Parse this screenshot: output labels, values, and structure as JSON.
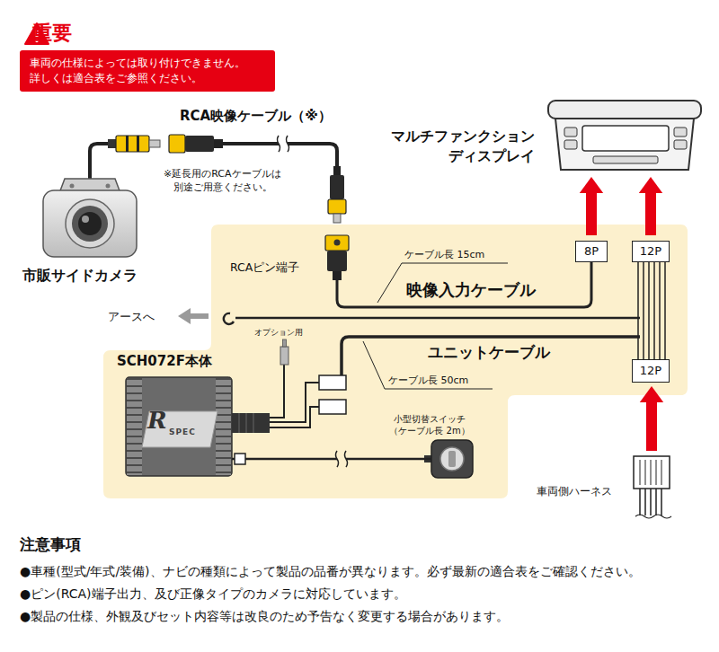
{
  "diagram": {
    "nodes": [
      {
        "text": [
          "重要",
          "車両の仕様によっては取り付けできません。 詳しくは適合表をご参照ください。"
        ]
      },
      {
        "text": [
          "市販サイドカメラ"
        ]
      },
      {
        "text": [
          "マルチファンクション ディスプレイ"
        ]
      },
      {
        "text": [
          "8P"
        ]
      },
      {
        "text": [
          "12P"
        ]
      },
      {
        "text": [
          "12P"
        ]
      },
      {
        "text": [
          "SCH072F本体",
          "R",
          "SPEC"
        ]
      },
      {
        "text": [
          "小型切替スイッチ （ケーブル長 2m）"
        ]
      },
      {
        "text": [
          "車両側ハーネス"
        ]
      }
    ],
    "edges": [
      {
        "from": 3,
        "to": 2,
        "arrow": "to"
      },
      {
        "from": 4,
        "to": 2,
        "arrow": "to"
      },
      {
        "from": 8,
        "to": 5,
        "arrow": "to"
      },
      {
        "from": 6,
        "to": 7,
        "arrow": "none"
      }
    ],
    "labels": [
      "RCA映像ケーブル（※）",
      "※延長用のRCAケーブルは 別途ご用意ください。",
      "RCAピン端子",
      "ケーブル長 15cm",
      "映像入力ケーブル",
      "アースへ",
      "オプション用",
      "ユニットケーブル",
      "ケーブル長 50cm",
      "注意事項",
      "●車種(型式/年式/装備)、ナビの種類によって製品の品番が異なります。必ず最新の適合表をご確認ください。",
      "●ピン(RCA)端子出力、及び正像タイプのカメラに対応しています。",
      "●製品の仕様、外観及びセット内容等は改良のため予告なく変更する場合があります。"
    ]
  }
}
